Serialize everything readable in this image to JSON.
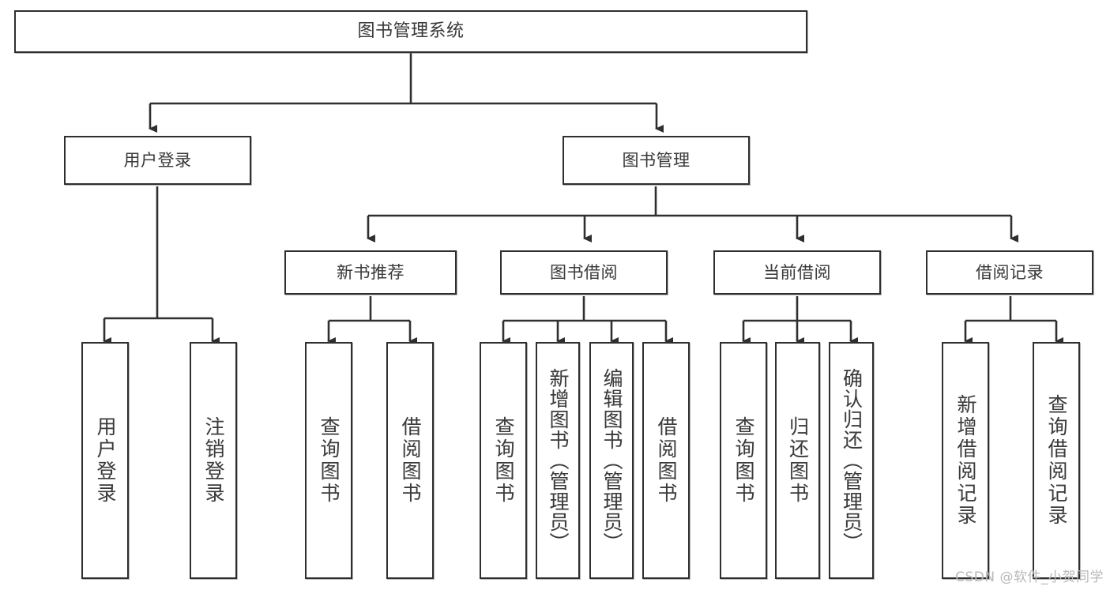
{
  "diagram": {
    "title": "图书管理系统",
    "watermark": "CSDN @软件_小贺同学",
    "nodes": {
      "root": {
        "label": "图书管理系统"
      },
      "level1": [
        {
          "label": "用户登录"
        },
        {
          "label": "图书管理"
        }
      ],
      "level2": [
        {
          "label": "新书推荐"
        },
        {
          "label": "图书借阅"
        },
        {
          "label": "当前借阅"
        },
        {
          "label": "借阅记录"
        }
      ],
      "leaves": {
        "user_login": [
          {
            "label": "用户登录"
          },
          {
            "label": "注销登录"
          }
        ],
        "new_book": [
          {
            "label": "查询图书"
          },
          {
            "label": "借阅图书"
          }
        ],
        "book_borrow": [
          {
            "label": "查询图书"
          },
          {
            "label": "新增图书（管理员）"
          },
          {
            "label": "编辑图书（管理员）"
          },
          {
            "label": "借阅图书"
          }
        ],
        "current_borrow": [
          {
            "label": "查询图书"
          },
          {
            "label": "归还图书"
          },
          {
            "label": "确认归还（管理员）"
          }
        ],
        "borrow_record": [
          {
            "label": "新增借阅记录"
          },
          {
            "label": "查询借阅记录"
          }
        ]
      }
    },
    "colors": {
      "border": "#2f2f2f",
      "text": "#3b3b3b",
      "background": "#ffffff",
      "watermark": "#b8b8b8"
    }
  }
}
